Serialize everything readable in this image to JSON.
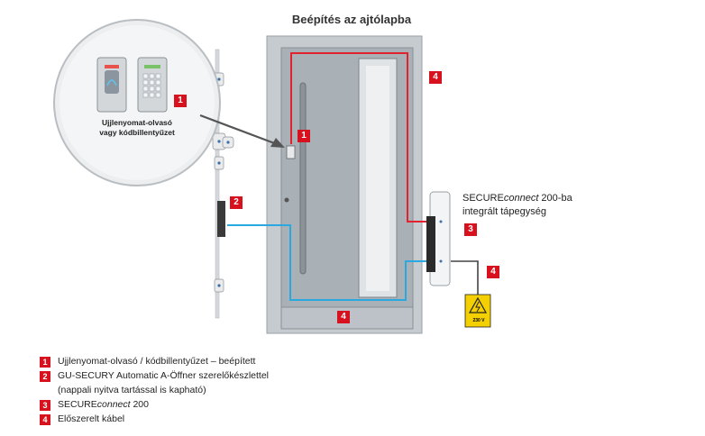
{
  "title": "Beépítés az ajtólapba",
  "magnifier": {
    "caption_line1": "Ujjlenyomat-olvasó",
    "caption_line2": "vagy kódbillentyűzet"
  },
  "badges": {
    "magnifier": "1",
    "reader": "1",
    "opener": "2",
    "cable_top": "4",
    "securelink": "3",
    "cable_right": "4",
    "cable_bottom": "4"
  },
  "secureconnect_label": {
    "line1_prefix": "SECURE",
    "line1_italic": "connect",
    "line1_suffix": " 200-ba",
    "line2": "integrált tápegység"
  },
  "power_warning": {
    "voltage": "230 V"
  },
  "legend": [
    {
      "num": "1",
      "text": "Ujjlenyomat-olvasó / kódbillentyűzet – beépített"
    },
    {
      "num": "2",
      "text": "GU-SECURY Automatic A-Öffner szerelőkészlettel"
    },
    {
      "num": "",
      "text": "(nappali nyitva tartással is kapható)"
    },
    {
      "num": "3",
      "text_prefix": "SECURE",
      "text_italic": "connect",
      "text_suffix": " 200"
    },
    {
      "num": "4",
      "text": "Előszerelt kábel"
    }
  ],
  "colors": {
    "badge": "#d7111e",
    "cable_red": "#e2232f",
    "cable_blue": "#29a9e0",
    "door": "#a9b0b6",
    "frame": "#c6cbcf"
  }
}
